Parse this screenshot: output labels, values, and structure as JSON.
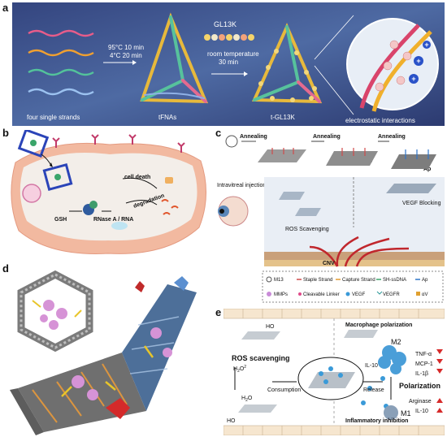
{
  "panels": {
    "a": {
      "label": "a",
      "step1": [
        "95°C 10 min",
        "4°C  20 min"
      ],
      "peptide": "GL13K",
      "step2": [
        "room temperature",
        "30 min"
      ],
      "captions": [
        "four single strands",
        "tFNAs",
        "t-GL13K",
        "electrostatic interactions"
      ]
    },
    "b": {
      "label": "b",
      "texts": [
        "cell death",
        "degradation",
        "GSH",
        "RNase A / RNA"
      ]
    },
    "c": {
      "label": "c",
      "annealing": [
        "Annealing",
        "Annealing",
        "Annealing"
      ],
      "ap": [
        "Ap",
        "Ap"
      ],
      "texts": [
        "Intravitreal injection",
        "VEGF Blocking",
        "ROS Scavenging",
        "CNV"
      ],
      "legend": [
        "M13",
        "Staple Strand",
        "Capture Strand",
        "SH-ssDNA",
        "Ap",
        "MMPs",
        "Cleavable Linker",
        "VEGF",
        "VEGFR",
        "αV"
      ]
    },
    "d": {
      "label": "d"
    },
    "e": {
      "label": "e",
      "texts": [
        "Macrophage polarization",
        "ROS scavenging",
        "Consumption",
        "Release",
        "Polarization",
        "Inflammatory inhibition",
        "M2",
        "M1",
        "IL-10",
        "TNF-α",
        "MCP-1",
        "IL-1β",
        "Arginase",
        "IL-10",
        "HO",
        "HO"
      ]
    }
  },
  "colors": {
    "panel_a_bg": "#3a4a86",
    "membrane": "#f2b9a0",
    "cytoplasm": "#f3eee9",
    "vessel": "#c0272d",
    "bead": "#3a9ad8",
    "up_arrow": "#d62a2a"
  }
}
